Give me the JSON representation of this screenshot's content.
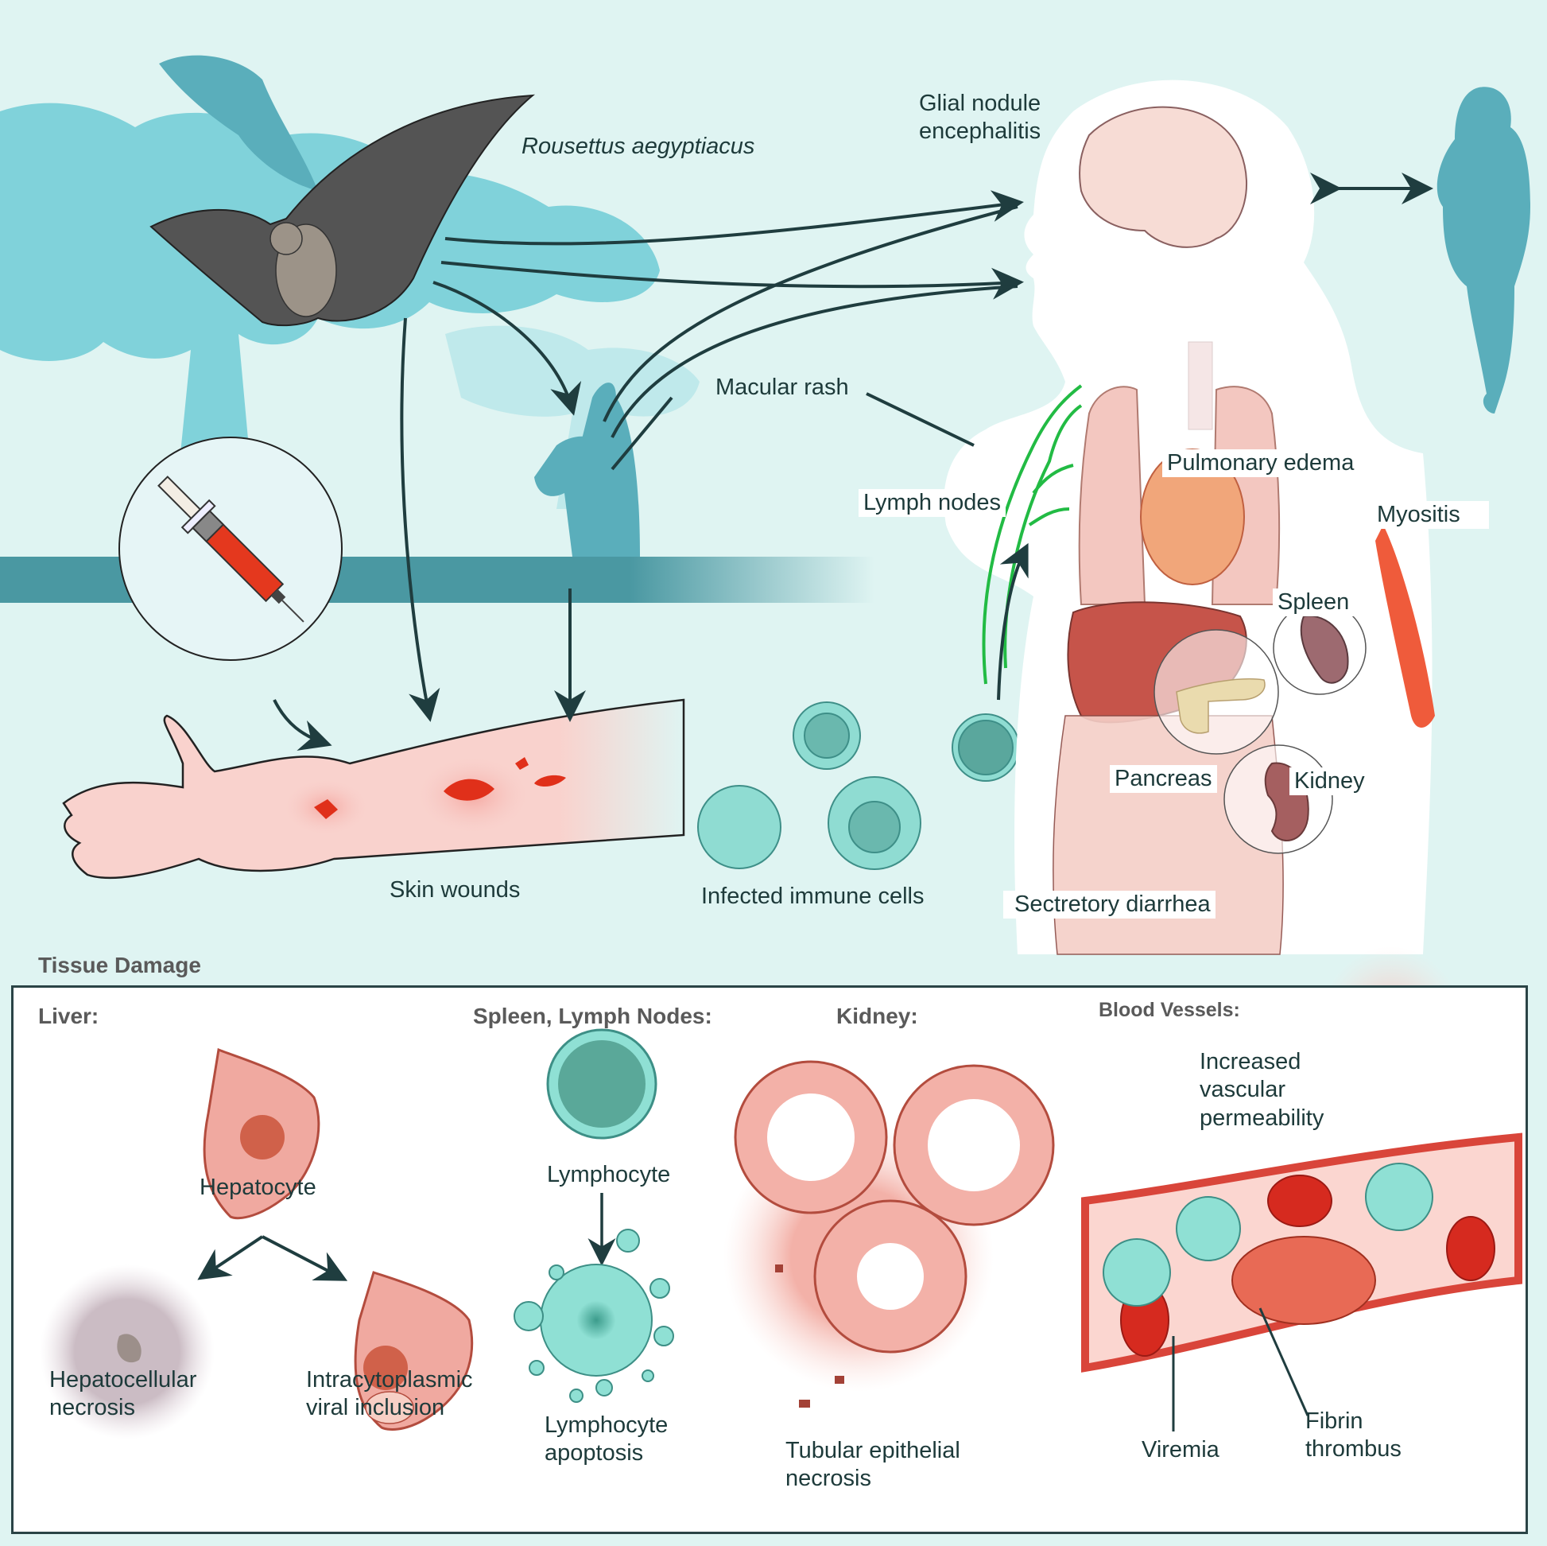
{
  "figure": {
    "top_labels": {
      "bat_species": "Rousettus aegyptiacus",
      "brain": "Glial nodule\nencephalitis",
      "rash": "Macular rash",
      "lymph": "Lymph nodes",
      "lung": "Pulmonary edema",
      "muscle": "Myositis",
      "spleen": "Spleen",
      "pancreas": "Pancreas",
      "kidney": "Kidney",
      "gut": "Sectretory diarrhea",
      "skin": "Skin wounds",
      "immune": "Infected immune cells"
    },
    "tissue_damage": {
      "title": "Tissue Damage",
      "sections": {
        "liver": {
          "header": "Liver:",
          "cell": "Hepatocyte",
          "outcome_left": "Hepatocellular\nnecrosis",
          "outcome_right": "Intracytoplasmic\nviral inclusion"
        },
        "spleen_lymph": {
          "header": "Spleen, Lymph Nodes:",
          "cell": "Lymphocyte",
          "outcome": "Lymphocyte\napoptosis"
        },
        "kidney": {
          "header": "Kidney:",
          "outcome": "Tubular epithelial\nnecrosis"
        },
        "blood_vessels": {
          "header": "Blood Vessels:",
          "permeability": "Increased\nvascular\npermeability",
          "viremia": "Viremia",
          "thrombus": "Fibrin\nthrombus"
        }
      }
    },
    "colors": {
      "background": "#dff4f2",
      "tree_teal": "#5aaebb",
      "ground_teal": "#4a98a2",
      "arrow_dark": "#1f3d3f",
      "lymph_green": "#22bb44",
      "tissue_red": "#d94a36",
      "immune_cyan": "#8fdcd2"
    }
  }
}
